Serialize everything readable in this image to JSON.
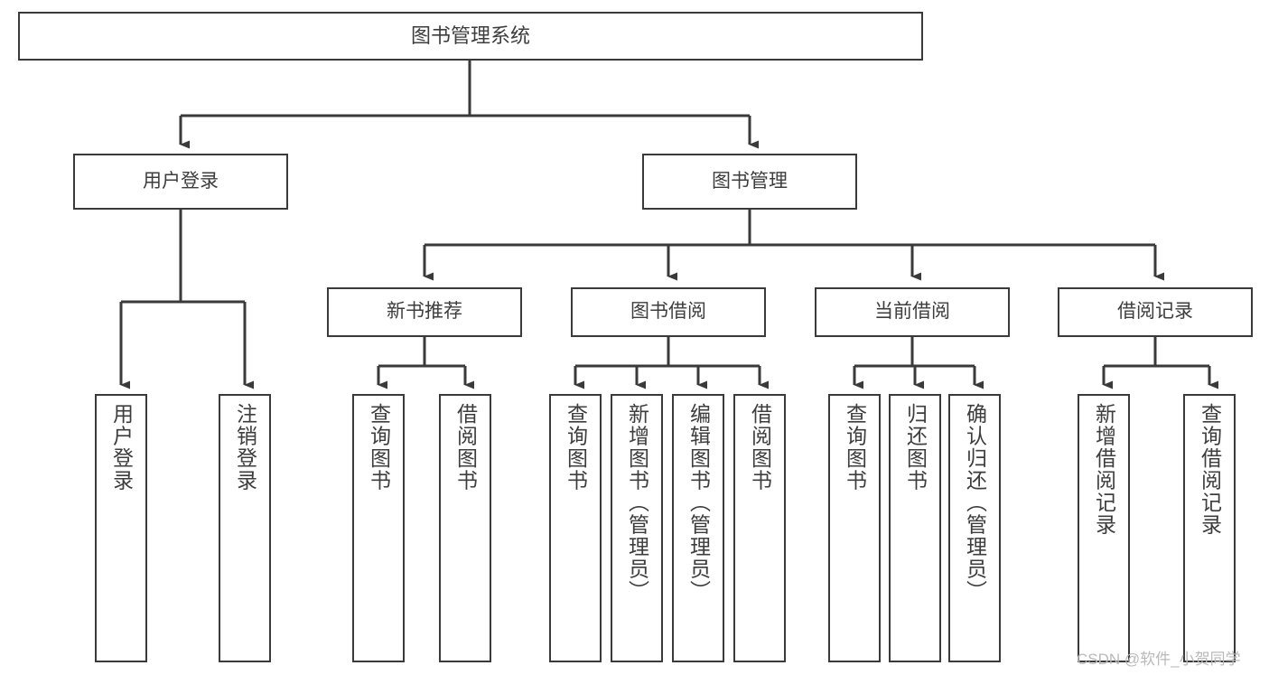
{
  "diagram": {
    "title": "图书管理系统",
    "type": "tree",
    "watermark": "CSDN @软件_小贺同学",
    "colors": {
      "box_border": "#3a3a3a",
      "box_fill": "#ffffff",
      "text": "#3d3d3d",
      "connector": "#3a3a3a",
      "watermark": "#b9b9b9",
      "background": "#ffffff"
    },
    "root": {
      "label": "图书管理系统"
    },
    "level2": [
      {
        "label": "用户登录"
      },
      {
        "label": "图书管理"
      }
    ],
    "level3": [
      {
        "label": "新书推荐"
      },
      {
        "label": "图书借阅"
      },
      {
        "label": "当前借阅"
      },
      {
        "label": "借阅记录"
      }
    ],
    "leaves": {
      "user_login": [
        {
          "label": "用户登录"
        },
        {
          "label": "注销登录"
        }
      ],
      "new_book_recommend": [
        {
          "label": "查询图书"
        },
        {
          "label": "借阅图书"
        }
      ],
      "book_borrow": [
        {
          "label": "查询图书"
        },
        {
          "label": "新增图书（管理员）"
        },
        {
          "label": "编辑图书（管理员）"
        },
        {
          "label": "借阅图书"
        }
      ],
      "current_borrow": [
        {
          "label": "查询图书"
        },
        {
          "label": "归还图书"
        },
        {
          "label": "确认归还（管理员）"
        }
      ],
      "borrow_record": [
        {
          "label": "新增借阅记录"
        },
        {
          "label": "查询借阅记录"
        }
      ]
    }
  }
}
